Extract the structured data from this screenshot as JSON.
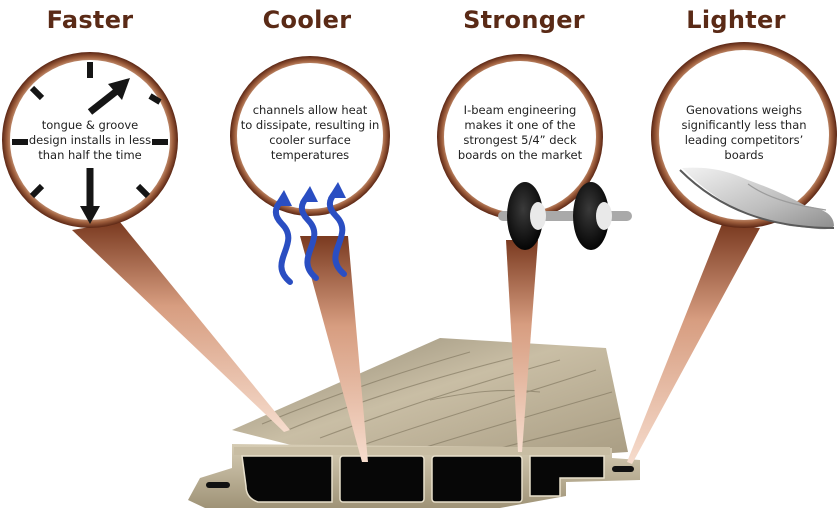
{
  "features": [
    {
      "title": "Faster",
      "lines": [
        "tongue & groove",
        "design installs in less",
        "than half the time"
      ],
      "icon": "clock-icon"
    },
    {
      "title": "Cooler",
      "lines": [
        "channels allow heat",
        "to dissipate, resulting in",
        "cooler surface",
        "temperatures"
      ],
      "icon": "heat-waves-icon"
    },
    {
      "title": "Stronger",
      "lines": [
        "I-beam engineering",
        "makes it one of the",
        "strongest 5/4” deck",
        "boards on the market"
      ],
      "icon": "dumbbell-icon"
    },
    {
      "title": "Lighter",
      "lines": [
        "Genovations weighs",
        "significantly less than",
        "leading competitors’",
        "boards"
      ],
      "icon": "feather-icon"
    }
  ],
  "colors": {
    "title": "#5a2a16",
    "ring_outer": "#5b2614",
    "ring_inner": "#d8a98c",
    "arrow_blue": "#2a4ec2",
    "board": "#b5aa92"
  }
}
